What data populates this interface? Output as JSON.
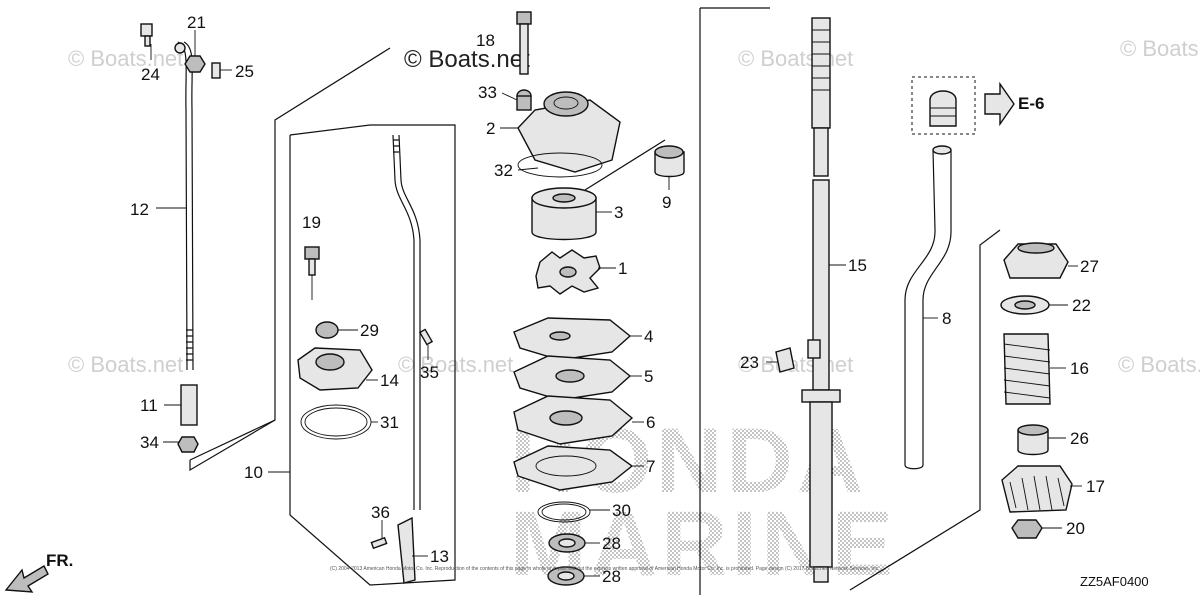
{
  "watermarks": {
    "main": "© Boats.net",
    "faint": "© Boats.net"
  },
  "brand_text": {
    "line1": "HONDA",
    "line2": "MARINE"
  },
  "diagram_code": "ZZ5AF0400",
  "reference_label": "E-6",
  "direction_label": "FR.",
  "copyright_note": "(C) 2004-2013 American Honda Motor Co. Inc. Reproduction of the contents of this page in whole or in part without the express written approval of American Honda Motor Co. Inc. is prohibited. Page design (C) 2017 Boats.net, Network Services, Inc.",
  "part_labels": {
    "p1": "1",
    "p2": "2",
    "p3": "3",
    "p4": "4",
    "p5": "5",
    "p6": "6",
    "p7": "7",
    "p8": "8",
    "p9": "9",
    "p10": "10",
    "p11": "11",
    "p12": "12",
    "p13": "13",
    "p14": "14",
    "p15": "15",
    "p16": "16",
    "p17": "17",
    "p18": "18",
    "p19": "19",
    "p20": "20",
    "p21": "21",
    "p22": "22",
    "p23": "23",
    "p24": "24",
    "p25": "25",
    "p26": "26",
    "p27": "27",
    "p28a": "28",
    "p28b": "28",
    "p29": "29",
    "p30": "30",
    "p31": "31",
    "p32": "32",
    "p33": "33",
    "p34": "34",
    "p35": "35",
    "p36": "36"
  }
}
